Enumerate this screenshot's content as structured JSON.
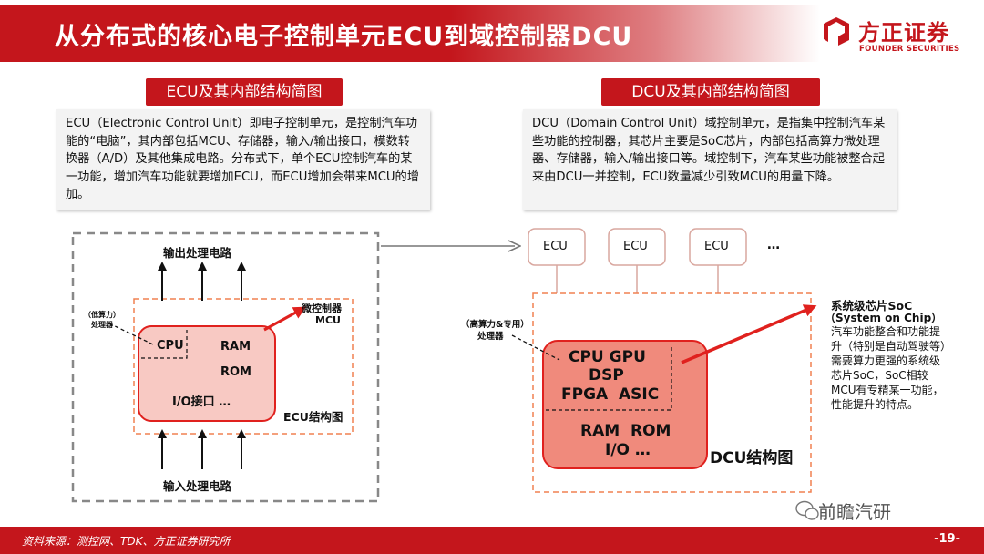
{
  "header": {
    "title": "从分布式的核心电子控制单元ECU到域控制器DCU",
    "logo_cn": "方正证券",
    "logo_en": "FOUNDER SECURITIES"
  },
  "left": {
    "section_title": "ECU及其内部结构简图",
    "description": "ECU（Electronic Control Unit）即电子控制单元，是控制汽车功能的“电脑”，其内部包括MCU、存储器，输入/输出接口，模数转换器（A/D）及其他集成电路。分布式下，单个ECU控制汽车的某一功能，增加汽车功能就要增加ECU，而ECU增加会带来MCU的增加。",
    "output_label": "输出处理电路",
    "input_label": "输入处理电路",
    "processor_label_1": "（低算力）",
    "processor_label_2": "处理器",
    "mcu_label_1": "微控制器",
    "mcu_label_2": "MCU",
    "cpu": "CPU",
    "ram": "RAM",
    "rom": "ROM",
    "io": "I/O接口 …",
    "caption": "ECU结构图"
  },
  "right": {
    "section_title": "DCU及其内部结构简图",
    "description": "DCU（Domain Control Unit）域控制单元，是指集中控制汽车某些功能的控制器，其芯片主要是SoC芯片，内部包括高算力微处理器、存储器，输入/输出接口等。域控制下，汽车某些功能被整合起来由DCU一并控制，ECU数量减少引致MCU的用量下降。",
    "ecu_boxes": [
      "ECU",
      "ECU",
      "ECU"
    ],
    "ellipsis": "…",
    "processor_label_1": "（高算力&专用）",
    "processor_label_2": "处理器",
    "chip_line1": "CPU GPU",
    "chip_line2": "DSP",
    "chip_line3": "FPGA  ASIC",
    "mem_line1": "RAM  ROM",
    "mem_line2": "I/O …",
    "caption": "DCU结构图",
    "soc_title_1": "系统级芯片SoC",
    "soc_title_2": "（System on Chip）",
    "soc_desc": "汽车功能整合和功能提升（特别是自动驾驶等）需要算力更强的系统级芯片SoC，SoC相较MCU有专精某一功能，性能提升的特点。"
  },
  "footer": {
    "source": "资料来源：测控网、TDK、方正证券研究所",
    "page": "-19-",
    "watermark": "前瞻汽研"
  },
  "colors": {
    "brand_red": "#c4161c",
    "chip_fill": "#f8c9c3",
    "chip_fill_dark": "#f08a7c",
    "dash_orange": "#f08050"
  }
}
